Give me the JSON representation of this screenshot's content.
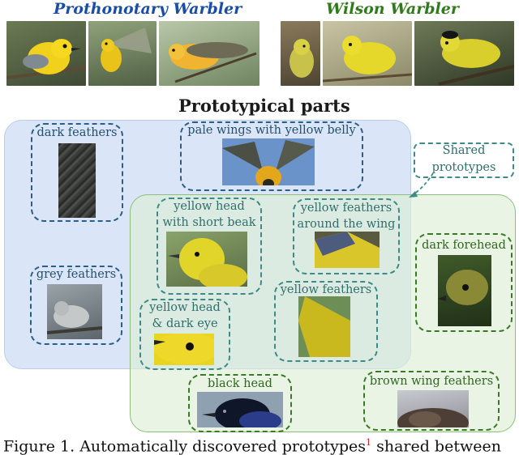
{
  "species": {
    "left": "Prothonotary Warbler",
    "right": "Wilson Warbler"
  },
  "colors": {
    "left_title": "#1a4ea6",
    "right_title": "#2f7a1a",
    "shared_region": "#cddff4",
    "green_region": "#ddeed3",
    "blue_dash": "#2b5f86",
    "teal_dash": "#3d8a88",
    "green_dash": "#3a7a26",
    "caption_mark": "#c62828"
  },
  "section_title": "Prototypical parts",
  "shared_note": {
    "line1": "Shared",
    "line2": "prototypes"
  },
  "parts": {
    "dark_feathers": "dark feathers",
    "pale_wings": "pale wings with yellow belly",
    "grey_feathers": "grey feathers",
    "yellow_head_beak_1": "yellow head",
    "yellow_head_beak_2": "with short beak",
    "yellow_feathers_wing_1": "yellow feathers",
    "yellow_feathers_wing_2": "around the wing",
    "dark_forehead": "dark forehead",
    "yellow_feathers": "yellow feathers",
    "yellow_head_eye_1": "yellow head",
    "yellow_head_eye_2": "& dark eye",
    "black_head": "black head",
    "brown_wing": "brown wing feathers"
  },
  "caption": {
    "text": "Figure 1. Automatically discovered prototypes",
    "footnote_mark": "1",
    "continuation": " shared between"
  }
}
